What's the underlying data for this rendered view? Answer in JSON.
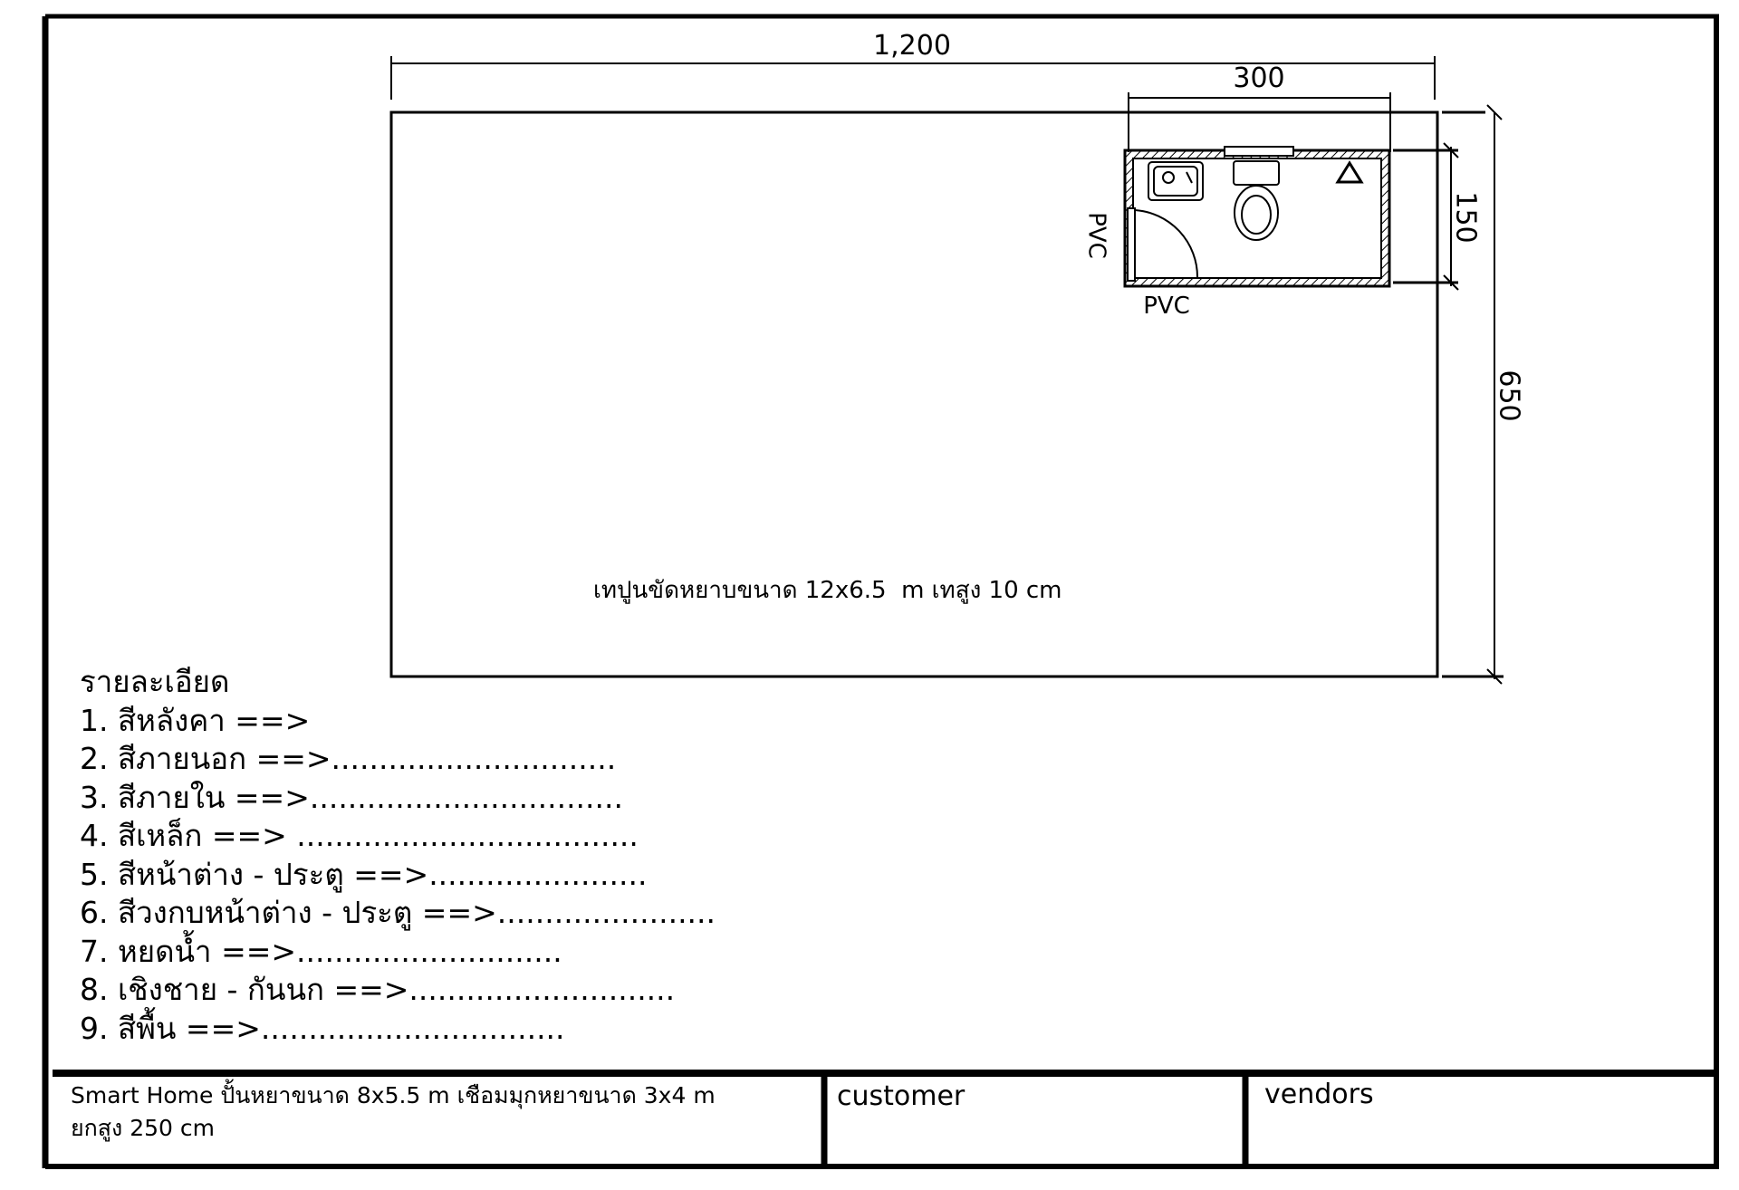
{
  "drawing": {
    "dim_total_width": "1,200",
    "dim_bath_width": "300",
    "dim_bath_depth": "150",
    "dim_total_depth": "650",
    "pvc_left": "PVC",
    "pvc_bottom": "PVC",
    "slab_note": "เทปูนขัดหยาบขนาด 12x6.5  m เทสูง 10 cm"
  },
  "details": {
    "heading": "รายละเอียด",
    "items": [
      "1. สีหลังคา ==>",
      "2. สีภายนอก ==>..............................",
      "3. สีภายใน ==>.................................",
      "4. สีเหล็ก ==> ....................................",
      "5. สีหน้าต่าง - ประตู ==>.......................",
      "6. สีวงกบหน้าต่าง - ประตู ==>.......................",
      "7. หยดน้ำ ==>............................",
      "8. เชิงชาย - กันนก ==>............................",
      "9. สีพื้น ==>................................"
    ]
  },
  "title_block": {
    "description_line1": "Smart Home ปั้นหยาขนาด 8x5.5 m เชือมมุกหยาขนาด 3x4 m",
    "description_line2": "ยกสูง 250 cm",
    "customer_label": "customer",
    "vendors_label": "vendors"
  }
}
